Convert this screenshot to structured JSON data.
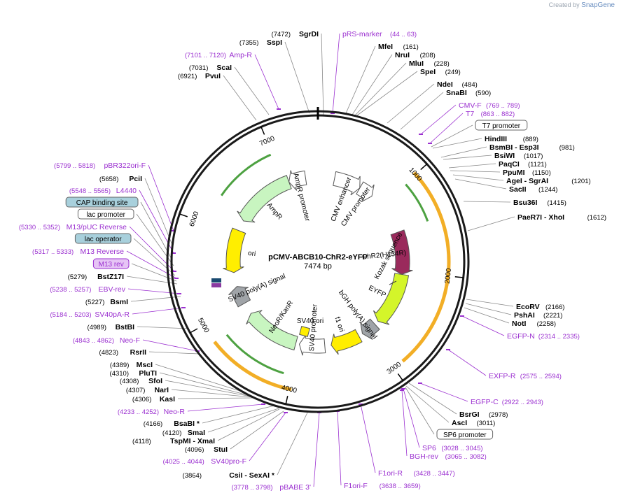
{
  "credit": {
    "prefix": "Created by",
    "brand": "SnapGene"
  },
  "plasmid": {
    "name": "pCMV-ABCB10-ChR2-eYFP",
    "length": 7474,
    "length_label": "7474 bp"
  },
  "ticks": [
    {
      "bp": 1000,
      "label": "1000"
    },
    {
      "bp": 2000,
      "label": "2000"
    },
    {
      "bp": 3000,
      "label": "3000"
    },
    {
      "bp": 4000,
      "label": "4000"
    },
    {
      "bp": 5000,
      "label": "5000"
    },
    {
      "bp": 6000,
      "label": "6000"
    },
    {
      "bp": 7000,
      "label": "7000"
    }
  ],
  "colors": {
    "enzyme": "#000000",
    "primer": "#9b30d0",
    "backbone": "#1a1a1a",
    "leader": "#888888",
    "ampr": "#c8f5c0",
    "promoter": "#ffffff",
    "ori": "#ffee00",
    "chr2": "#9a2a5c",
    "eyfp": "#d4f52a",
    "polyA": "#a0a4a8",
    "neo": "#c8f5c0",
    "f1ori": "#ffee00",
    "orf_orange": "#f0a000",
    "orf_green": "#2e9020"
  },
  "features": [
    {
      "name": "AmpR",
      "start": 6200,
      "end": 7060,
      "strand": -1,
      "color": "#c8f5c0"
    },
    {
      "name": "AmpR promoter",
      "start": 7060,
      "end": 7300,
      "strand": -1,
      "color": "#ffffff"
    },
    {
      "name": "CMV enhancer",
      "start": 235,
      "end": 615,
      "strand": 1,
      "color": "#ffffff"
    },
    {
      "name": "CMV promoter",
      "start": 615,
      "end": 820,
      "strand": 1,
      "color": "#ffffff"
    },
    {
      "name": "ChR2(H134R)",
      "start": 1450,
      "end": 2050,
      "strand": 1,
      "color": "#9a2a5c"
    },
    {
      "name": "EYFP",
      "start": 2050,
      "end": 2800,
      "strand": 1,
      "color": "#d4f52a"
    },
    {
      "name": "bGH poly(A) signal",
      "start": 2860,
      "end": 3080,
      "strand": 1,
      "color": "#a0a4a8"
    },
    {
      "name": "f1 ori",
      "start": 3140,
      "end": 3550,
      "strand": 1,
      "color": "#ffee00"
    },
    {
      "name": "SV40 promoter",
      "start": 3640,
      "end": 4000,
      "strand": 1,
      "color": "#ffffff"
    },
    {
      "name": "NeoR/KanR",
      "start": 4050,
      "end": 4820,
      "strand": 1,
      "color": "#c8f5c0"
    },
    {
      "name": "SV40 poly(A) signal",
      "start": 4990,
      "end": 5250,
      "strand": 1,
      "color": "#a0a4a8"
    },
    {
      "name": "ori",
      "start": 5450,
      "end": 6050,
      "strand": -1,
      "color": "#ffee00"
    }
  ],
  "inner_features": [
    {
      "name": "Kozak sequence"
    },
    {
      "name": "SV40 ori"
    }
  ],
  "labels": [
    {
      "text": "(7472)",
      "name": "SgrDI",
      "kind": "enzyme"
    },
    {
      "text": "(7355)",
      "name": "SspI",
      "kind": "enzyme"
    },
    {
      "text": "(7101 .. 7120)",
      "name": "Amp-R",
      "kind": "primer"
    },
    {
      "text": "(7031)",
      "name": "ScaI",
      "kind": "enzyme"
    },
    {
      "text": "(6921)",
      "name": "PvuI",
      "kind": "enzyme"
    },
    {
      "text": "(5799 .. 5818)",
      "name": "pBR322ori-F",
      "kind": "primer"
    },
    {
      "text": "(5658)",
      "name": "PciI",
      "kind": "enzyme"
    },
    {
      "text": "(5548 .. 5565)",
      "name": "L4440",
      "kind": "primer"
    },
    {
      "text": "",
      "name": "CAP binding site",
      "kind": "box_blue"
    },
    {
      "text": "",
      "name": "lac promoter",
      "kind": "box_white"
    },
    {
      "text": "(5330 .. 5352)",
      "name": "M13/pUC Reverse",
      "kind": "primer"
    },
    {
      "text": "",
      "name": "lac operator",
      "kind": "box_blue"
    },
    {
      "text": "(5317 .. 5333)",
      "name": "M13 Reverse",
      "kind": "primer"
    },
    {
      "text": "",
      "name": "M13 rev",
      "kind": "box_purple"
    },
    {
      "text": "(5279)",
      "name": "BstZ17I",
      "kind": "enzyme"
    },
    {
      "text": "(5238 .. 5257)",
      "name": "EBV-rev",
      "kind": "primer"
    },
    {
      "text": "(5227)",
      "name": "BsmI",
      "kind": "enzyme"
    },
    {
      "text": "(5184 .. 5203)",
      "name": "SV40pA-R",
      "kind": "primer"
    },
    {
      "text": "(4989)",
      "name": "BstBI",
      "kind": "enzyme"
    },
    {
      "text": "(4843 .. 4862)",
      "name": "Neo-F",
      "kind": "primer"
    },
    {
      "text": "(4823)",
      "name": "RsrII",
      "kind": "enzyme"
    },
    {
      "text": "(4389)",
      "name": "MscI",
      "kind": "enzyme"
    },
    {
      "text": "(4310)",
      "name": "PluTI",
      "kind": "enzyme"
    },
    {
      "text": "(4308)",
      "name": "SfoI",
      "kind": "enzyme"
    },
    {
      "text": "(4307)",
      "name": "NarI",
      "kind": "enzyme"
    },
    {
      "text": "(4306)",
      "name": "KasI",
      "kind": "enzyme"
    },
    {
      "text": "(4233 .. 4252)",
      "name": "Neo-R",
      "kind": "primer"
    },
    {
      "text": "(4166)",
      "name": "BsaBI *",
      "kind": "enzyme"
    },
    {
      "text": "(4120)",
      "name": "SmaI",
      "kind": "enzyme"
    },
    {
      "text": "(4118)",
      "name": "TspMI  - XmaI",
      "kind": "enzyme"
    },
    {
      "text": "(4096)",
      "name": "StuI",
      "kind": "enzyme"
    },
    {
      "text": "(4025 .. 4044)",
      "name": "SV40pro-F",
      "kind": "primer"
    },
    {
      "text": "(3864)",
      "name": "CsiI  - SexAI *",
      "kind": "enzyme"
    },
    {
      "text": "(3778 .. 3798)",
      "name": "pBABE 3'",
      "kind": "primer"
    },
    {
      "text": "(44 .. 63)",
      "name": "pRS-marker",
      "kind": "primer_right"
    },
    {
      "text": "(161)",
      "name": "MfeI",
      "kind": "enzyme_right"
    },
    {
      "text": "(208)",
      "name": "NruI",
      "kind": "enzyme_right"
    },
    {
      "text": "(228)",
      "name": "MluI",
      "kind": "enzyme_right"
    },
    {
      "text": "(249)",
      "name": "SpeI",
      "kind": "enzyme_right"
    },
    {
      "text": "(484)",
      "name": "NdeI",
      "kind": "enzyme_right"
    },
    {
      "text": "(590)",
      "name": "SnaBI",
      "kind": "enzyme_right"
    },
    {
      "text": "(769 .. 789)",
      "name": "CMV-F",
      "kind": "primer_right"
    },
    {
      "text": "(863 .. 882)",
      "name": "T7",
      "kind": "primer_right"
    },
    {
      "text": "",
      "name": "T7 promoter",
      "kind": "box_white_right"
    },
    {
      "text": "(889)",
      "name": "HindIII",
      "kind": "enzyme_right"
    },
    {
      "text": "(981)",
      "name": "BsmBI  - Esp3I",
      "kind": "enzyme_right"
    },
    {
      "text": "(1017)",
      "name": "BsiWI",
      "kind": "enzyme_right"
    },
    {
      "text": "(1121)",
      "name": "PaqCI",
      "kind": "enzyme_right"
    },
    {
      "text": "(1150)",
      "name": "PpuMI",
      "kind": "enzyme_right"
    },
    {
      "text": "(1201)",
      "name": "AgeI  - SgrAI",
      "kind": "enzyme_right"
    },
    {
      "text": "(1244)",
      "name": "SacII",
      "kind": "enzyme_right"
    },
    {
      "text": "(1415)",
      "name": "Bsu36I",
      "kind": "enzyme_right"
    },
    {
      "text": "(1612)",
      "name": "PaeR7I  - XhoI",
      "kind": "enzyme_right"
    },
    {
      "text": "(2166)",
      "name": "EcoRV",
      "kind": "enzyme_right"
    },
    {
      "text": "(2221)",
      "name": "PshAI",
      "kind": "enzyme_right"
    },
    {
      "text": "(2258)",
      "name": "NotI",
      "kind": "enzyme_right"
    },
    {
      "text": "(2314 .. 2335)",
      "name": "EGFP-N",
      "kind": "primer_right"
    },
    {
      "text": "(2575 .. 2594)",
      "name": "EXFP-R",
      "kind": "primer_right"
    },
    {
      "text": "(2922 .. 2943)",
      "name": "EGFP-C",
      "kind": "primer_right"
    },
    {
      "text": "(2978)",
      "name": "BsrGI",
      "kind": "enzyme_right"
    },
    {
      "text": "(3011)",
      "name": "AscI",
      "kind": "enzyme_right"
    },
    {
      "text": "",
      "name": "SP6 promoter",
      "kind": "box_white_right"
    },
    {
      "text": "(3028 .. 3045)",
      "name": "SP6",
      "kind": "primer_right"
    },
    {
      "text": "(3065 .. 3082)",
      "name": "BGH-rev",
      "kind": "primer_right"
    },
    {
      "text": "(3428 .. 3447)",
      "name": "F1ori-R",
      "kind": "primer_right"
    },
    {
      "text": "(3638 .. 3659)",
      "name": "F1ori-F",
      "kind": "primer_right"
    }
  ]
}
